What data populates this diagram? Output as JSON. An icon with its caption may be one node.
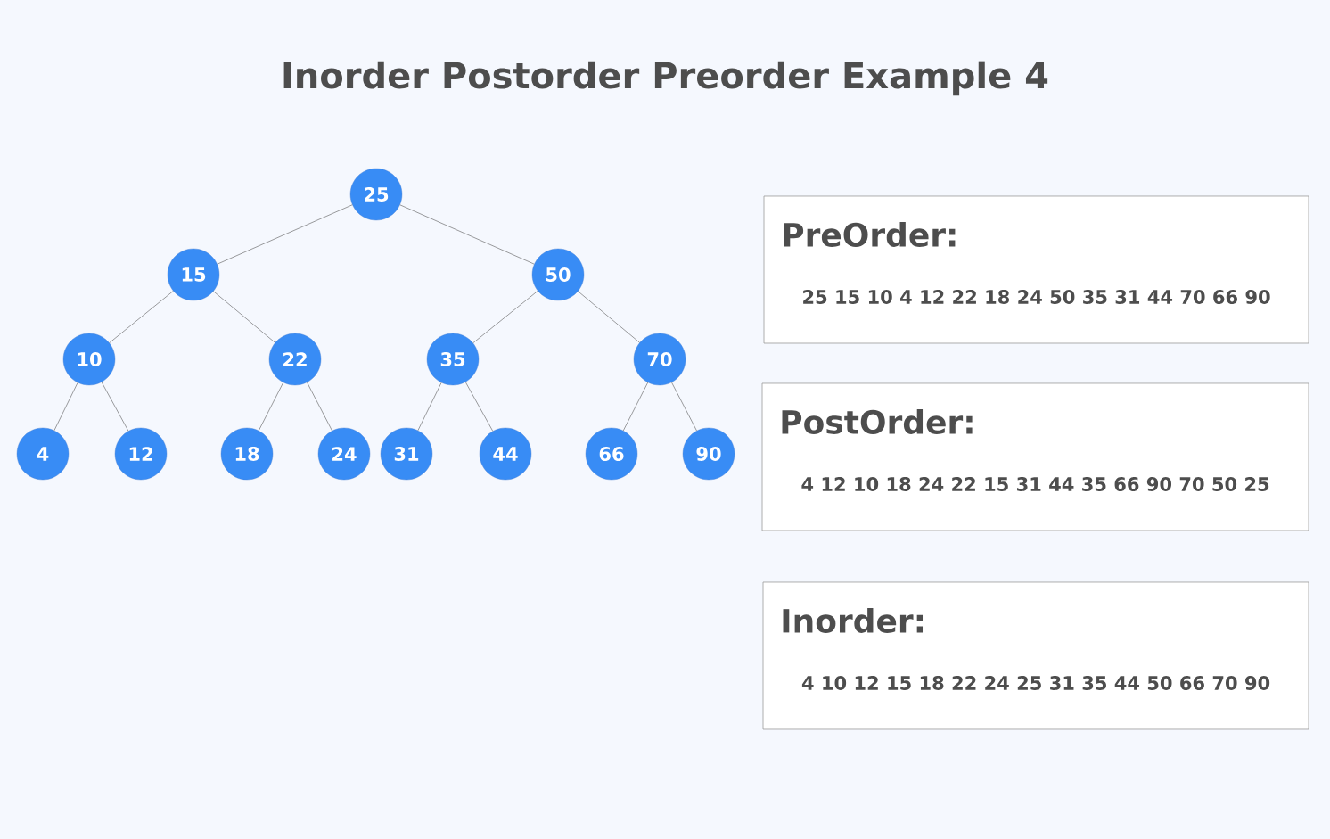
{
  "diagram": {
    "title": "Inorder Postorder Preorder Example 4",
    "nodes": [
      {
        "text": [
          "25"
        ]
      },
      {
        "text": [
          "15"
        ]
      },
      {
        "text": [
          "50"
        ]
      },
      {
        "text": [
          "10"
        ]
      },
      {
        "text": [
          "22"
        ]
      },
      {
        "text": [
          "35"
        ]
      },
      {
        "text": [
          "70"
        ]
      },
      {
        "text": [
          "4"
        ]
      },
      {
        "text": [
          "12"
        ]
      },
      {
        "text": [
          "18"
        ]
      },
      {
        "text": [
          "24"
        ]
      },
      {
        "text": [
          "31"
        ]
      },
      {
        "text": [
          "44"
        ]
      },
      {
        "text": [
          "66"
        ]
      },
      {
        "text": [
          "90"
        ]
      },
      {
        "text": [
          "PreOrder:",
          "25 15 10 4 12 22 18 24 50 35 31 44 70 66 90"
        ]
      },
      {
        "text": [
          "PostOrder:",
          "4 12 10 18 24 22 15 31 44 35 66 90 70 50 25"
        ]
      },
      {
        "text": [
          "Inorder:",
          "4 10 12 15 18 22 24 25 31 35 44 50 66 70 90"
        ]
      }
    ],
    "edges": [
      {
        "from": 0,
        "to": 1,
        "arrow": "none"
      },
      {
        "from": 0,
        "to": 2,
        "arrow": "none"
      },
      {
        "from": 1,
        "to": 3,
        "arrow": "none"
      },
      {
        "from": 1,
        "to": 4,
        "arrow": "none"
      },
      {
        "from": 2,
        "to": 5,
        "arrow": "none"
      },
      {
        "from": 2,
        "to": 6,
        "arrow": "none"
      },
      {
        "from": 3,
        "to": 7,
        "arrow": "none"
      },
      {
        "from": 3,
        "to": 8,
        "arrow": "none"
      },
      {
        "from": 4,
        "to": 9,
        "arrow": "none"
      },
      {
        "from": 4,
        "to": 10,
        "arrow": "none"
      },
      {
        "from": 5,
        "to": 11,
        "arrow": "none"
      },
      {
        "from": 5,
        "to": 12,
        "arrow": "none"
      },
      {
        "from": 6,
        "to": 13,
        "arrow": "none"
      },
      {
        "from": 6,
        "to": 14,
        "arrow": "none"
      }
    ]
  }
}
